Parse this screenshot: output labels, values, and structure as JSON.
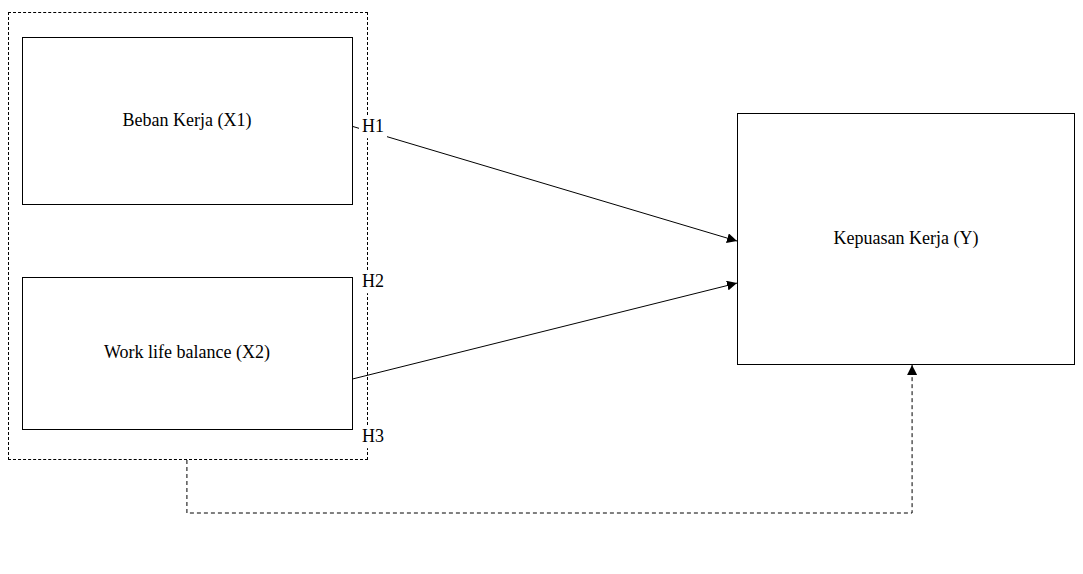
{
  "diagram": {
    "nodes": [
      {
        "text": []
      },
      {
        "text": [
          "Beban Kerja (X1)"
        ],
        "in": 0
      },
      {
        "text": [
          "Work life balance (X2)"
        ],
        "in": 0
      },
      {
        "text": [
          "Kepuasan Kerja (Y)"
        ]
      }
    ],
    "edges": [
      {
        "from": 1,
        "to": 3,
        "arrow": "to",
        "label": "H1"
      },
      {
        "from": 2,
        "to": 3,
        "arrow": "to",
        "label": "H2"
      },
      {
        "from": 0,
        "to": 3,
        "arrow": "to",
        "label": "H3"
      }
    ]
  }
}
